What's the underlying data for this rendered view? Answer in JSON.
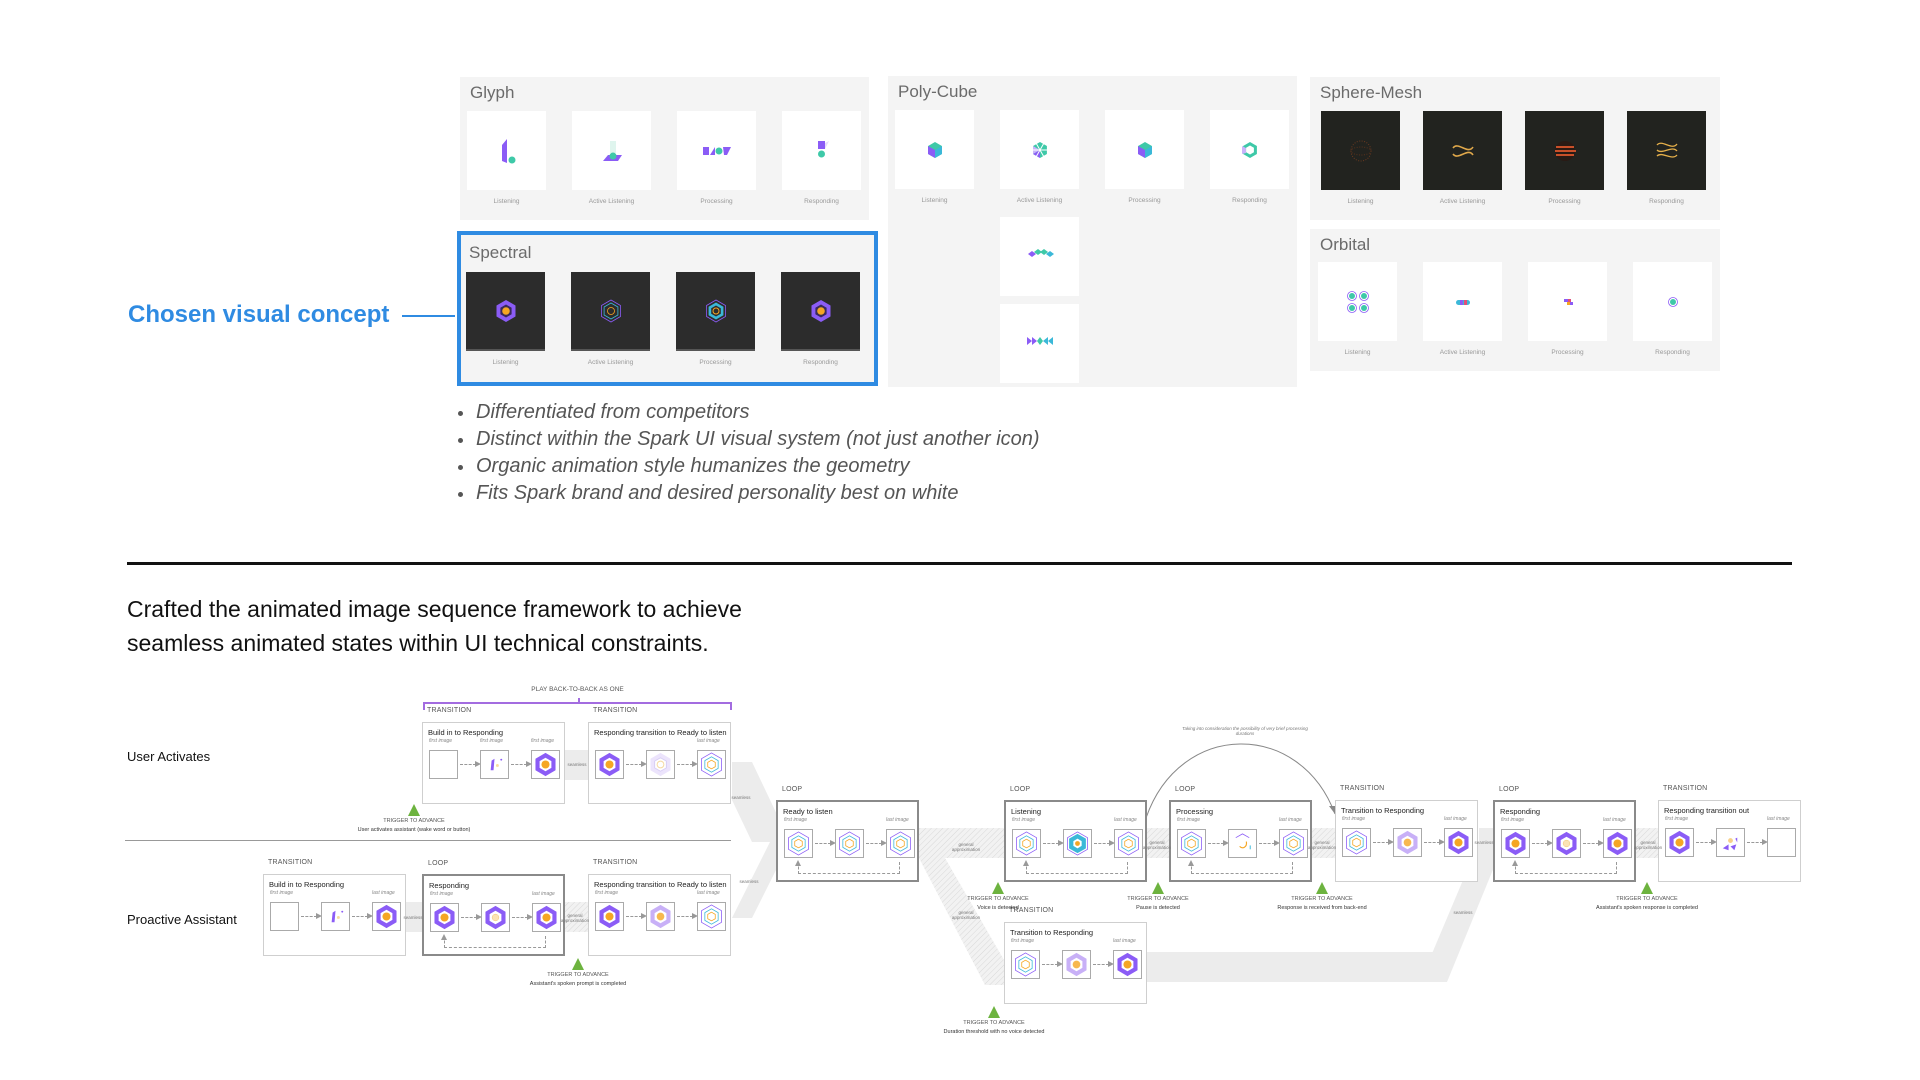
{
  "concepts": {
    "callout": "Chosen visual concept",
    "panels": [
      {
        "name": "Glyph",
        "style": "light",
        "tiles": [
          {
            "label": "Listening",
            "icon": "glyph-listening"
          },
          {
            "label": "Active Listening",
            "icon": "glyph-active-listening"
          },
          {
            "label": "Processing",
            "icon": "glyph-processing"
          },
          {
            "label": "Responding",
            "icon": "glyph-responding"
          }
        ]
      },
      {
        "name": "Spectral",
        "style": "dark",
        "tiles": [
          {
            "label": "Listening",
            "icon": "spectral-listening"
          },
          {
            "label": "Active Listening",
            "icon": "spectral-active-listening"
          },
          {
            "label": "Processing",
            "icon": "spectral-processing"
          },
          {
            "label": "Responding",
            "icon": "spectral-responding"
          }
        ]
      },
      {
        "name": "Poly-Cube",
        "style": "light",
        "tiles": [
          {
            "label": "Listening",
            "icon": "polycube-listening"
          },
          {
            "label": "Active Listening",
            "icon": "polycube-active-listening"
          },
          {
            "label": "Processing",
            "icon": "polycube-processing"
          },
          {
            "label": "Responding",
            "icon": "polycube-responding"
          }
        ],
        "extra": [
          "polycube-wave",
          "polycube-arrows"
        ]
      },
      {
        "name": "Sphere-Mesh",
        "style": "mesh",
        "tiles": [
          {
            "label": "Listening",
            "icon": "sphere-listening"
          },
          {
            "label": "Active Listening",
            "icon": "sphere-active-listening"
          },
          {
            "label": "Processing",
            "icon": "sphere-processing"
          },
          {
            "label": "Responding",
            "icon": "sphere-responding"
          }
        ]
      },
      {
        "name": "Orbital",
        "style": "light",
        "tiles": [
          {
            "label": "Listening",
            "icon": "orbital-listening"
          },
          {
            "label": "Active Listening",
            "icon": "orbital-active-listening"
          },
          {
            "label": "Processing",
            "icon": "orbital-processing"
          },
          {
            "label": "Responding",
            "icon": "orbital-responding"
          }
        ]
      }
    ]
  },
  "bullets": [
    "Differentiated from competitors",
    "Distinct within the Spark UI visual system (not just another icon)",
    "Organic animation style humanizes the geometry",
    "Fits Spark brand and desired personality best on white"
  ],
  "heading": {
    "line1": "Crafted the animated image sequence framework to achieve",
    "line2": "seamless animated states within UI technical constraints."
  },
  "diagram": {
    "play_label": "PLAY BACK-TO-BACK AS ONE",
    "rows": [
      "User Activates",
      "Proactive Assistant"
    ],
    "arc_note": "Taking into consideration the possibility of very brief processing durations",
    "stages": [
      {
        "tag": "TRANSITION",
        "title": "Build in to Responding",
        "labels": [
          "first image",
          "first image",
          "first image"
        ],
        "frames": [
          "blank",
          "fragment",
          "hex-solid"
        ],
        "loop": false
      },
      {
        "tag": "TRANSITION",
        "title": "Responding transition to Ready to listen",
        "labels": [
          "",
          "",
          "last image"
        ],
        "frames": [
          "hex-solid",
          "hex-pale-outline",
          "hex-outline"
        ],
        "loop": false
      },
      {
        "tag": "TRANSITION",
        "title": "Build in to Responding",
        "labels": [
          "first image",
          "",
          "last image"
        ],
        "frames": [
          "blank",
          "fragment",
          "hex-solid"
        ],
        "loop": false
      },
      {
        "tag": "LOOP",
        "title": "Responding",
        "labels": [
          "first image",
          "",
          "last image"
        ],
        "frames": [
          "hex-solid",
          "hex-solid-pale-core",
          "hex-solid"
        ],
        "loop": true
      },
      {
        "tag": "TRANSITION",
        "title": "Responding transition to Ready to listen",
        "labels": [
          "first image",
          "",
          "last image"
        ],
        "frames": [
          "hex-solid",
          "hex-pale",
          "hex-outline"
        ],
        "loop": false
      },
      {
        "tag": "LOOP",
        "title": "Ready to listen",
        "labels": [
          "first image",
          "",
          "last image"
        ],
        "frames": [
          "hex-outline",
          "hex-outline",
          "hex-outline"
        ],
        "loop": true
      },
      {
        "tag": "LOOP",
        "title": "Listening",
        "labels": [
          "first image",
          "",
          "last image"
        ],
        "frames": [
          "hex-outline",
          "hex-cyan",
          "hex-outline"
        ],
        "loop": true
      },
      {
        "tag": "LOOP",
        "title": "Processing",
        "labels": [
          "first image",
          "",
          "last image"
        ],
        "frames": [
          "hex-outline",
          "hex-arc",
          "hex-outline"
        ],
        "loop": true
      },
      {
        "tag": "TRANSITION",
        "title": "Transition to Responding",
        "labels": [
          "first image",
          "",
          "last image"
        ],
        "frames": [
          "hex-outline",
          "hex-pale",
          "hex-solid"
        ],
        "loop": false
      },
      {
        "tag": "LOOP",
        "title": "Responding",
        "labels": [
          "first image",
          "",
          "last image"
        ],
        "frames": [
          "hex-solid",
          "hex-solid-pale-core",
          "hex-solid"
        ],
        "loop": true
      },
      {
        "tag": "TRANSITION",
        "title": "Responding transition out",
        "labels": [
          "first image",
          "",
          "last image"
        ],
        "frames": [
          "hex-solid",
          "scatter",
          "blank"
        ],
        "loop": false
      },
      {
        "tag": "TRANSITION",
        "title": "Transition to Responding",
        "labels": [
          "first image",
          "",
          "last image"
        ],
        "frames": [
          "hex-outline",
          "hex-pale",
          "hex-solid"
        ],
        "loop": false
      }
    ],
    "triggers": [
      {
        "title": "TRIGGER TO ADVANCE",
        "text": "User activates assistant (wake word or button)"
      },
      {
        "title": "TRIGGER TO ADVANCE",
        "text": "Assistant's spoken prompt is completed"
      },
      {
        "title": "TRIGGER TO ADVANCE",
        "text": "Voice is detected"
      },
      {
        "title": "TRIGGER TO ADVANCE",
        "text": "Pause is detected"
      },
      {
        "title": "TRIGGER TO ADVANCE",
        "text": "Response is received from back-end"
      },
      {
        "title": "TRIGGER TO ADVANCE",
        "text": "Assistant's spoken response is completed"
      },
      {
        "title": "TRIGGER TO ADVANCE",
        "text": "Duration threshold with no voice detected"
      }
    ],
    "connectors": [
      "seamless",
      "seamless",
      "seamless",
      "general approximation",
      "seamless",
      "general approximation",
      "general approximation",
      "general approximation",
      "seamless",
      "general approximation",
      "general approximation",
      "seamless"
    ]
  }
}
